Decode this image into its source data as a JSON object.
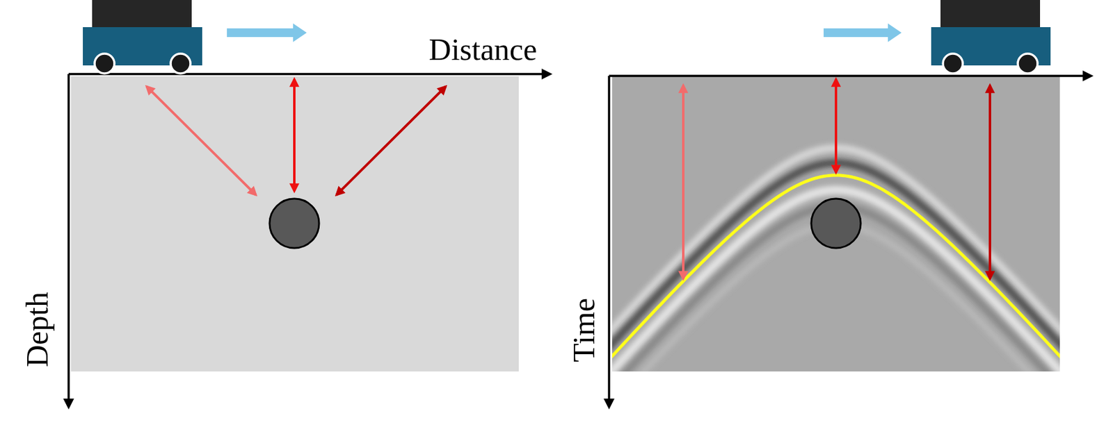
{
  "diagram": {
    "labels": [
      "Distance",
      "Depth",
      "Time"
    ]
  }
}
